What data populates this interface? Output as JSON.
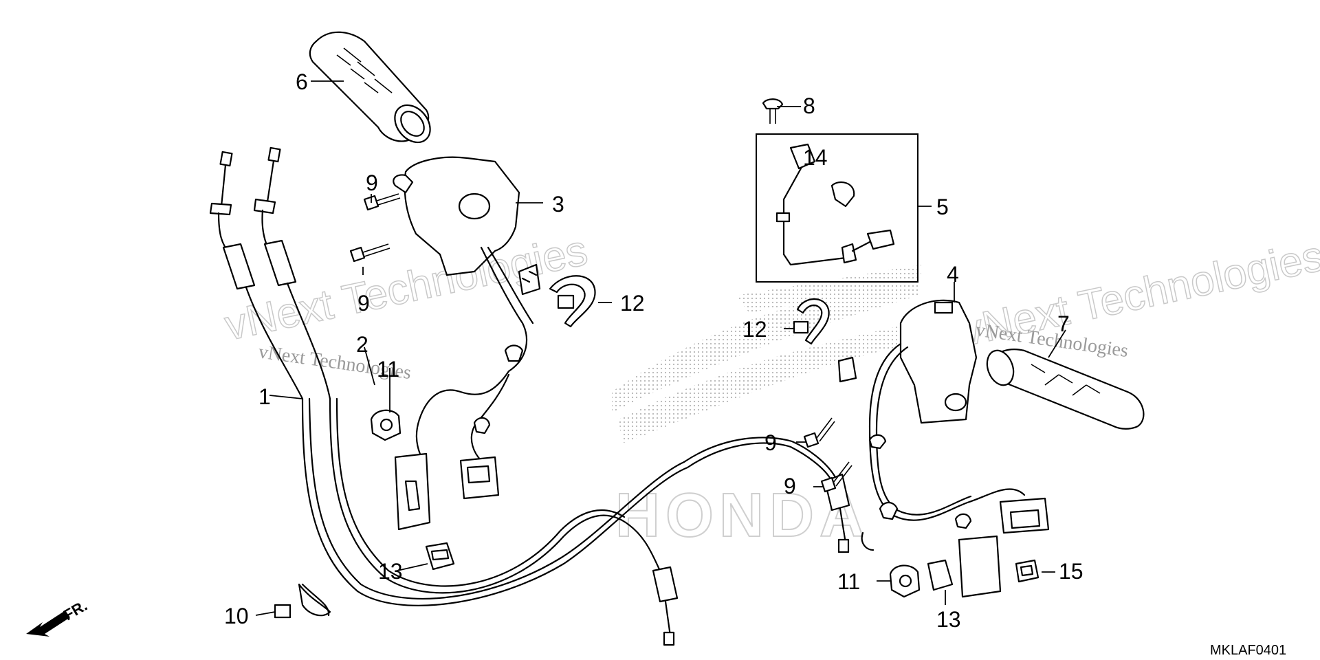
{
  "diagram": {
    "title": "",
    "code": "MKLAF0401",
    "direction_label": "FR.",
    "watermarks": [
      "vNext Technologies",
      "vNext Technologies"
    ],
    "logo_text": "HONDA",
    "callouts": {
      "c1": "1",
      "c2": "2",
      "c3": "3",
      "c4": "4",
      "c5": "5",
      "c6": "6",
      "c7": "7",
      "c8": "8",
      "c9a": "9",
      "c9b": "9",
      "c9c": "9",
      "c9d": "9",
      "c10": "10",
      "c11a": "11",
      "c11b": "11",
      "c12a": "12",
      "c12b": "12",
      "c13a": "13",
      "c13b": "13",
      "c14": "14",
      "c15": "15"
    },
    "icons": [
      "direction-arrow-icon",
      "honda-wing-logo"
    ]
  }
}
